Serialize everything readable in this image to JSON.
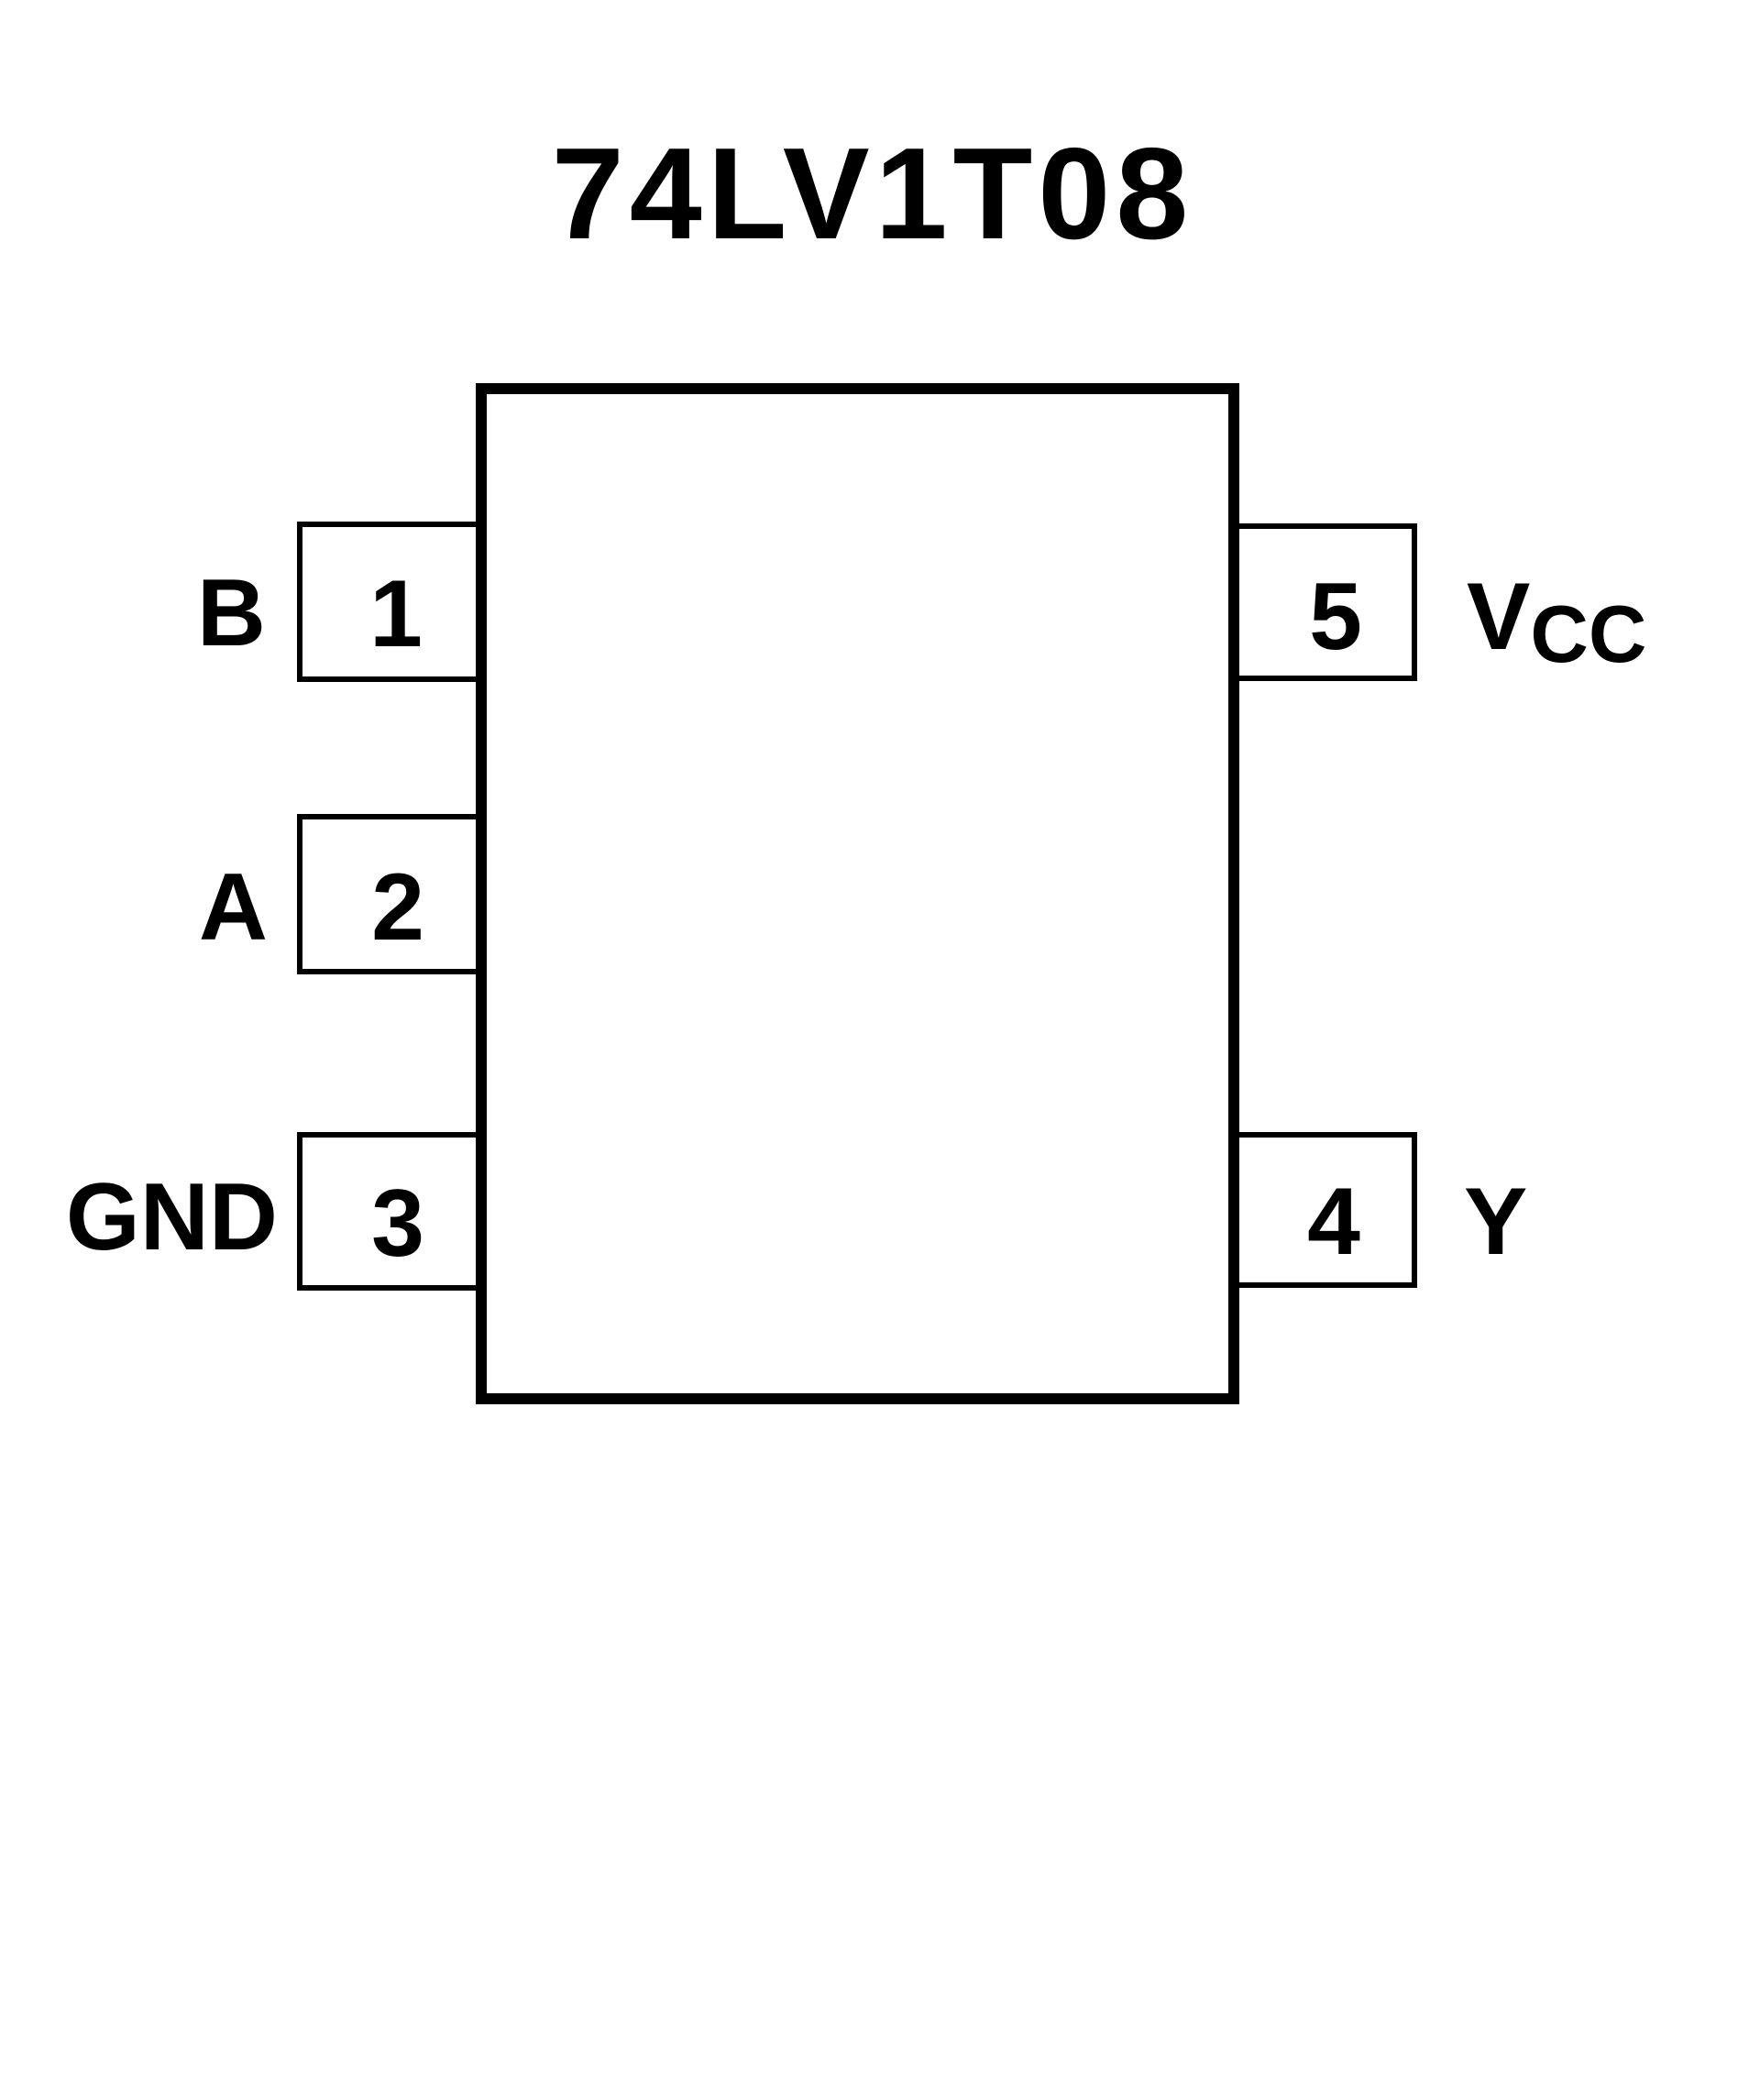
{
  "diagram": {
    "type": "ic-pinout",
    "title": "74LV1T08",
    "package_body": "5-pin IC package outline",
    "pins": [
      {
        "number": "1",
        "name": "B",
        "side": "left"
      },
      {
        "number": "2",
        "name": "A",
        "side": "left"
      },
      {
        "number": "3",
        "name": "GND",
        "side": "left"
      },
      {
        "number": "4",
        "name": "Y",
        "side": "right"
      },
      {
        "number": "5",
        "name_main": "V",
        "name_sub": "CC",
        "name": "VCC",
        "side": "right"
      }
    ],
    "colors": {
      "stroke": "#000000",
      "background": "#ffffff",
      "text": "#000000"
    }
  }
}
